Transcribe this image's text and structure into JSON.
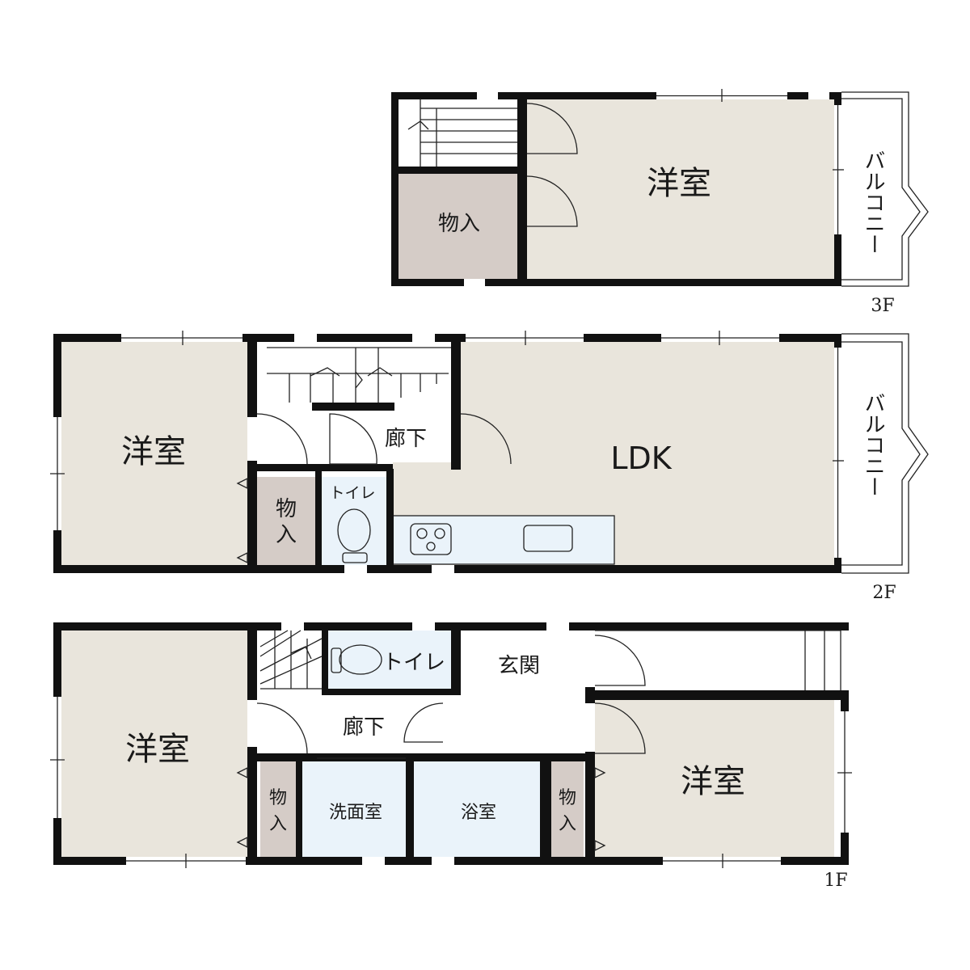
{
  "floors": {
    "f3": {
      "label": "3F",
      "rooms": {
        "western": "洋室",
        "storage": "物入",
        "balcony": "バルコニー"
      }
    },
    "f2": {
      "label": "2F",
      "rooms": {
        "western": "洋室",
        "hallway": "廊下",
        "ldk": "LDK",
        "storage_a": "物",
        "storage_b": "入",
        "toilet": "トイレ",
        "balcony": "バルコニー"
      }
    },
    "f1": {
      "label": "1F",
      "rooms": {
        "western_left": "洋室",
        "toilet": "トイレ",
        "entrance": "玄関",
        "hallway": "廊下",
        "storage_left_a": "物",
        "storage_left_b": "入",
        "washroom": "洗面室",
        "bathroom": "浴室",
        "storage_right_a": "物",
        "storage_right_b": "入",
        "western_right": "洋室"
      }
    }
  },
  "colors": {
    "wall": "#111111",
    "room_beige": "#e9e5dc",
    "storage_gray": "#d5ccc7",
    "wet_blue": "#eaf3fa"
  }
}
